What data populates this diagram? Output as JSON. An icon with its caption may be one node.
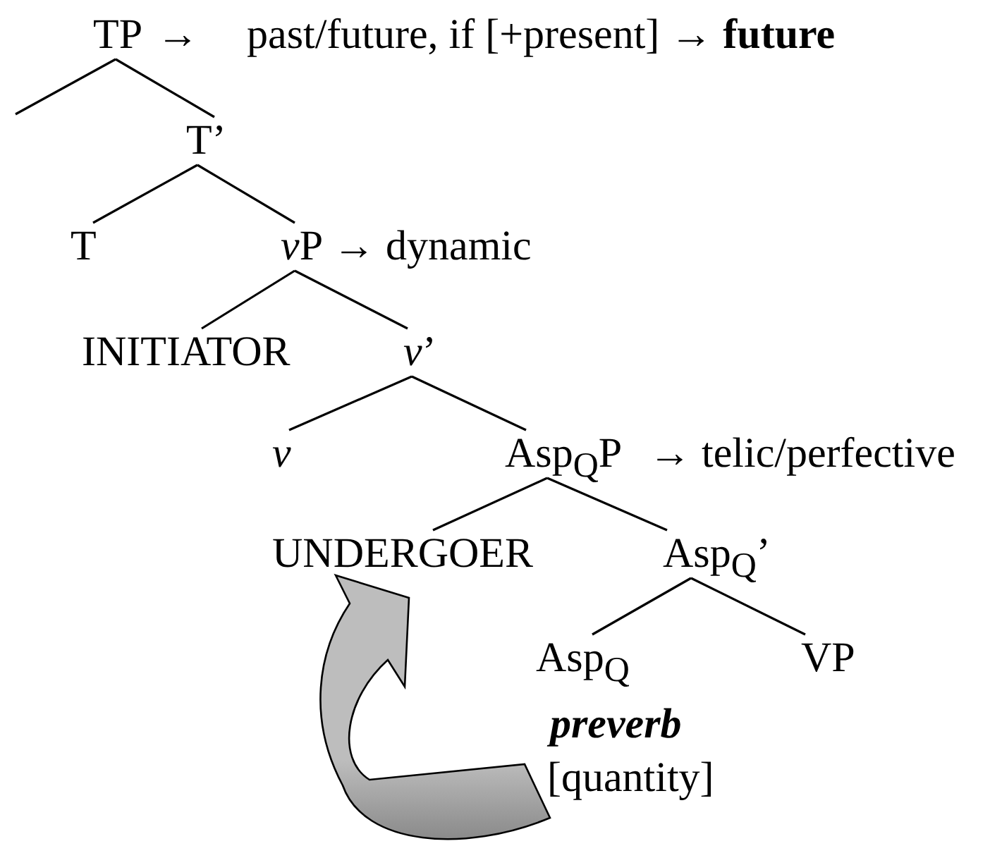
{
  "diagram": {
    "nodes": [
      {
        "text": [
          "TP"
        ],
        "beside": [
          "→",
          "past/future, if [+present] → **future**"
        ]
      },
      {
        "text": [
          "T’"
        ]
      },
      {
        "text": [
          "T"
        ]
      },
      {
        "text": [
          "vP"
        ],
        "beside": [
          "→ dynamic"
        ]
      },
      {
        "text": [
          "INITIATOR"
        ]
      },
      {
        "text": [
          "*v*’"
        ]
      },
      {
        "text": [
          "*v*"
        ]
      },
      {
        "text": [
          "Asp$_{Q}$P"
        ],
        "beside": [
          "→  telic/perfective"
        ]
      },
      {
        "text": [
          "UNDERGOER"
        ]
      },
      {
        "text": [
          "Asp$_{Q}$’"
        ]
      },
      {
        "text": [
          "Asp$_{Q}$",
          "preverb",
          "[quantity]"
        ]
      },
      {
        "text": [
          "VP"
        ]
      }
    ],
    "edges": [
      {
        "from": 0,
        "to": null,
        "arrow": "none"
      },
      {
        "from": 0,
        "to": 1,
        "arrow": "none"
      },
      {
        "from": 1,
        "to": 2,
        "arrow": "none"
      },
      {
        "from": 1,
        "to": 3,
        "arrow": "none"
      },
      {
        "from": 3,
        "to": 4,
        "arrow": "none"
      },
      {
        "from": 3,
        "to": 5,
        "arrow": "none"
      },
      {
        "from": 5,
        "to": 6,
        "arrow": "none"
      },
      {
        "from": 5,
        "to": 7,
        "arrow": "none"
      },
      {
        "from": 7,
        "to": 8,
        "arrow": "none"
      },
      {
        "from": 7,
        "to": 9,
        "arrow": "none"
      },
      {
        "from": 9,
        "to": 10,
        "arrow": "none"
      },
      {
        "from": 9,
        "to": 11,
        "arrow": "none"
      },
      {
        "from": 10,
        "to": 8,
        "arrow": "to",
        "style": "thick",
        "color": "#bdbdbd"
      }
    ]
  }
}
